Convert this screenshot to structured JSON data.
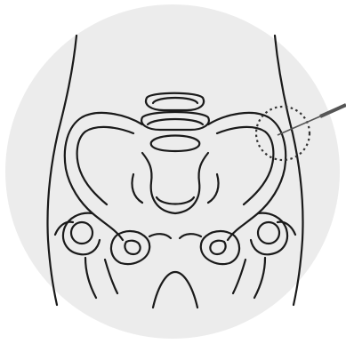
{
  "colors": {
    "page_background": "#ffffff",
    "circle_fill": "#ececec",
    "line_color": "#1a1a1a",
    "highlight_marker": "#333333",
    "needle": "#555555"
  },
  "elements": {
    "background_disc": "light-gray-circle",
    "body_outline": "lower-torso-silhouette",
    "pelvis": "pelvic-bone",
    "spine": "lumbar-vertebrae",
    "sacrum": "sacrum",
    "femur_heads": "hip-joints",
    "injection_site": "dotted-circle-marker",
    "needle": "syringe-needle-icon"
  }
}
